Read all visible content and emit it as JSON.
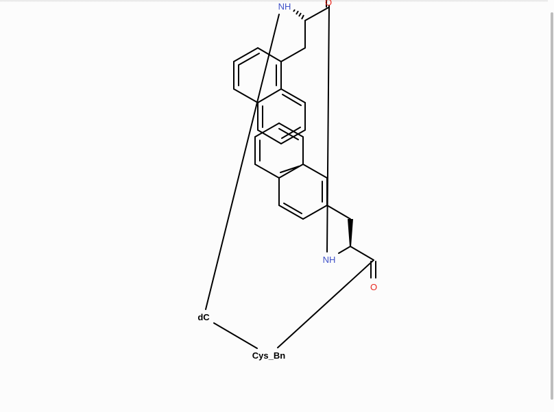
{
  "molecule": {
    "atom_labels": {
      "nh_top": "NH",
      "o_top": "O",
      "nh_mid": "NH",
      "o_bottom": "O",
      "dc": "dC",
      "cys": "Cys_Bn"
    },
    "colors": {
      "bond": "#000000",
      "nitrogen": "#3f51c8",
      "oxygen": "#e8261d",
      "generic_label": "#000000"
    }
  }
}
